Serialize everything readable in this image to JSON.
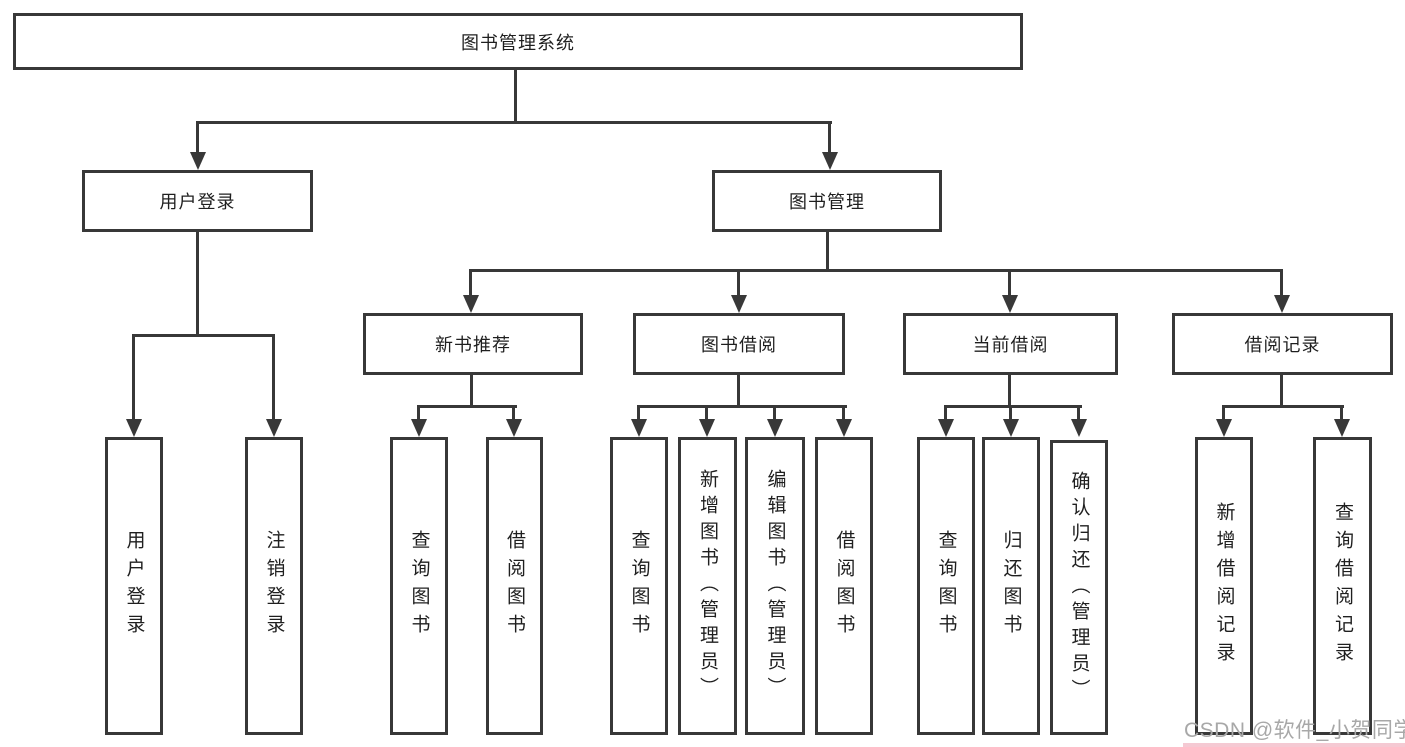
{
  "tree": {
    "root": "图书管理系统",
    "children": [
      {
        "label": "用户登录",
        "children": [
          "用户登录",
          "注销登录"
        ]
      },
      {
        "label": "图书管理",
        "children": [
          {
            "label": "新书推荐",
            "children": [
              "查询图书",
              "借阅图书"
            ]
          },
          {
            "label": "图书借阅",
            "children": [
              "查询图书",
              "新增图书（管理员）",
              "编辑图书（管理员）",
              "借阅图书"
            ]
          },
          {
            "label": "当前借阅",
            "children": [
              "查询图书",
              "归还图书",
              "确认归还（管理员）"
            ]
          },
          {
            "label": "借阅记录",
            "children": [
              "新增借阅记录",
              "查询借阅记录"
            ]
          }
        ]
      }
    ]
  },
  "watermark": "CSDN @软件_小贺同学",
  "colors": {
    "line": "#383838",
    "text": "#1f1f1f",
    "watermark_text": "#a8a8a8",
    "background": "#ffffff"
  }
}
